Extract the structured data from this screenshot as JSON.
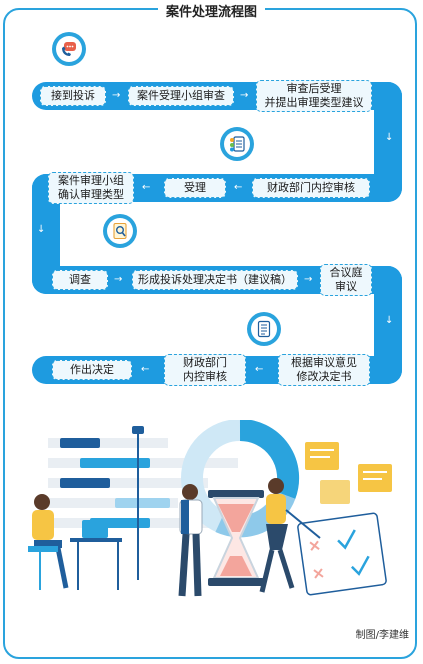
{
  "title": "案件处理流程图",
  "credit": "制图/李建维",
  "steps": {
    "s1": "接到投诉",
    "s2": "案件受理小组审查",
    "s3": "审查后受理\n并提出审理类型建议",
    "s4": "财政部门内控审核",
    "s5": "受理",
    "s6": "案件审理小组\n确认审理类型",
    "s7": "调查",
    "s8": "形成投诉处理决定书（建议稿）",
    "s9": "合议庭\n审议",
    "s10": "根据审议意见\n修改决定书",
    "s11": "财政部门\n内控审核",
    "s12": "作出决定"
  },
  "icons": [
    "phone-icon",
    "document-list-icon",
    "magnifier-document-icon",
    "document-icon"
  ],
  "colors": {
    "track": "#1e9be0",
    "box_fill": "#eef8fd",
    "box_border": "#2aa3dd"
  }
}
